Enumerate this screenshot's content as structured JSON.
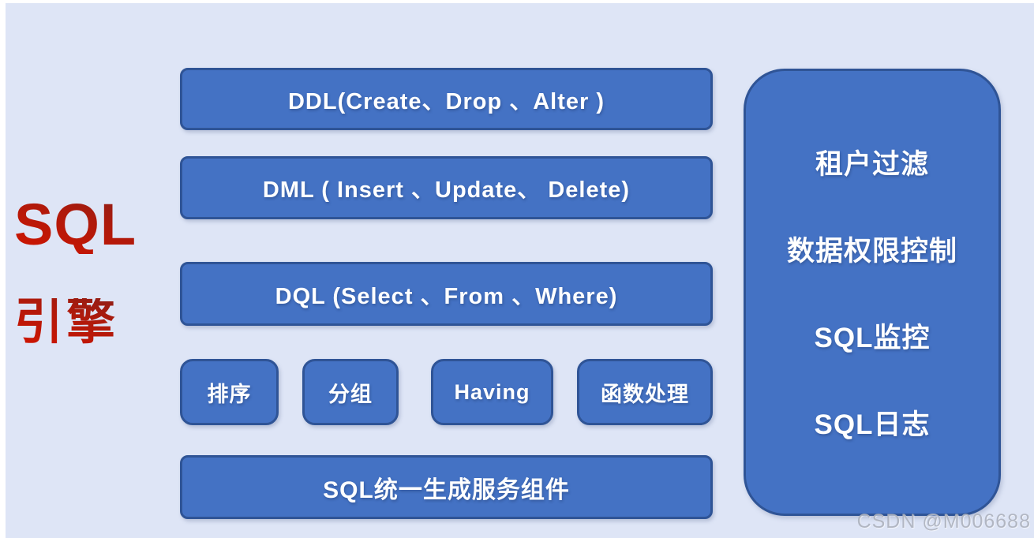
{
  "colors": {
    "background": "#dee5f6",
    "box_fill": "#4472c4",
    "box_border": "#2f5496",
    "box_text": "#ffffff",
    "title_red_bright": "#d11400",
    "title_red_dark": "#7d211e",
    "watermark_gray": "#acb2be"
  },
  "left_title": {
    "line1": "SQL",
    "line2": "引擎"
  },
  "middle_boxes": {
    "ddl": "DDL(Create、Drop 、Alter )",
    "dml": "DML ( Insert 、Update、 Delete)",
    "dql": "DQL (Select 、From 、Where)",
    "small": [
      "排序",
      "分组",
      "Having",
      "函数处理"
    ],
    "bottom": "SQL统一生成服务组件"
  },
  "right_panel": {
    "items": [
      "租户过滤",
      "数据权限控制",
      "SQL监控",
      "SQL日志"
    ]
  },
  "watermark": "CSDN @M006688"
}
